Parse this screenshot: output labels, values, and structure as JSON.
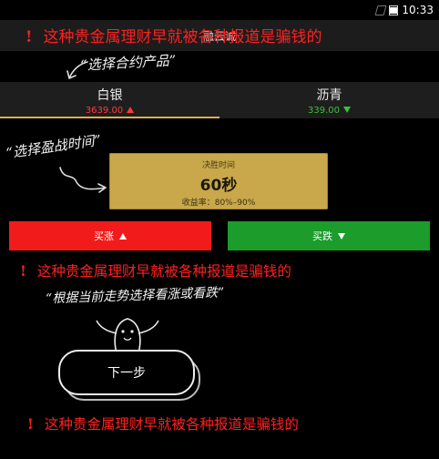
{
  "status_bar": {
    "time": "10:33"
  },
  "app_header": {
    "title": "融云诚"
  },
  "warnings": [
    "这种贵金属理财早就被各种报道是骗钱的",
    "这种贵金属理财早就被各种报道是骗钱的",
    "这种贵金属理财早就被各种报道是骗钱的"
  ],
  "warning_mark": "!",
  "hints": {
    "choose_product": "“选择合约产品”",
    "choose_time": "“选择盈战时间”",
    "choose_direction": "“根据当前走势选择看涨或看跌”"
  },
  "products": [
    {
      "name": "白银",
      "price": "3639.00",
      "trend": "up",
      "active": true
    },
    {
      "name": "沥青",
      "price": "339.00",
      "trend": "down",
      "active": false
    }
  ],
  "time_card": {
    "label": "决胜时间",
    "value": "60秒",
    "rate_label": "收益率：80%–90%"
  },
  "actions": {
    "buy_up": "买涨",
    "buy_down": "买跌"
  },
  "next_step": "下一步",
  "colors": {
    "accent": "#c8a84a",
    "up": "#f21b1b",
    "down": "#1b9c2b",
    "warning": "#ff2020"
  }
}
